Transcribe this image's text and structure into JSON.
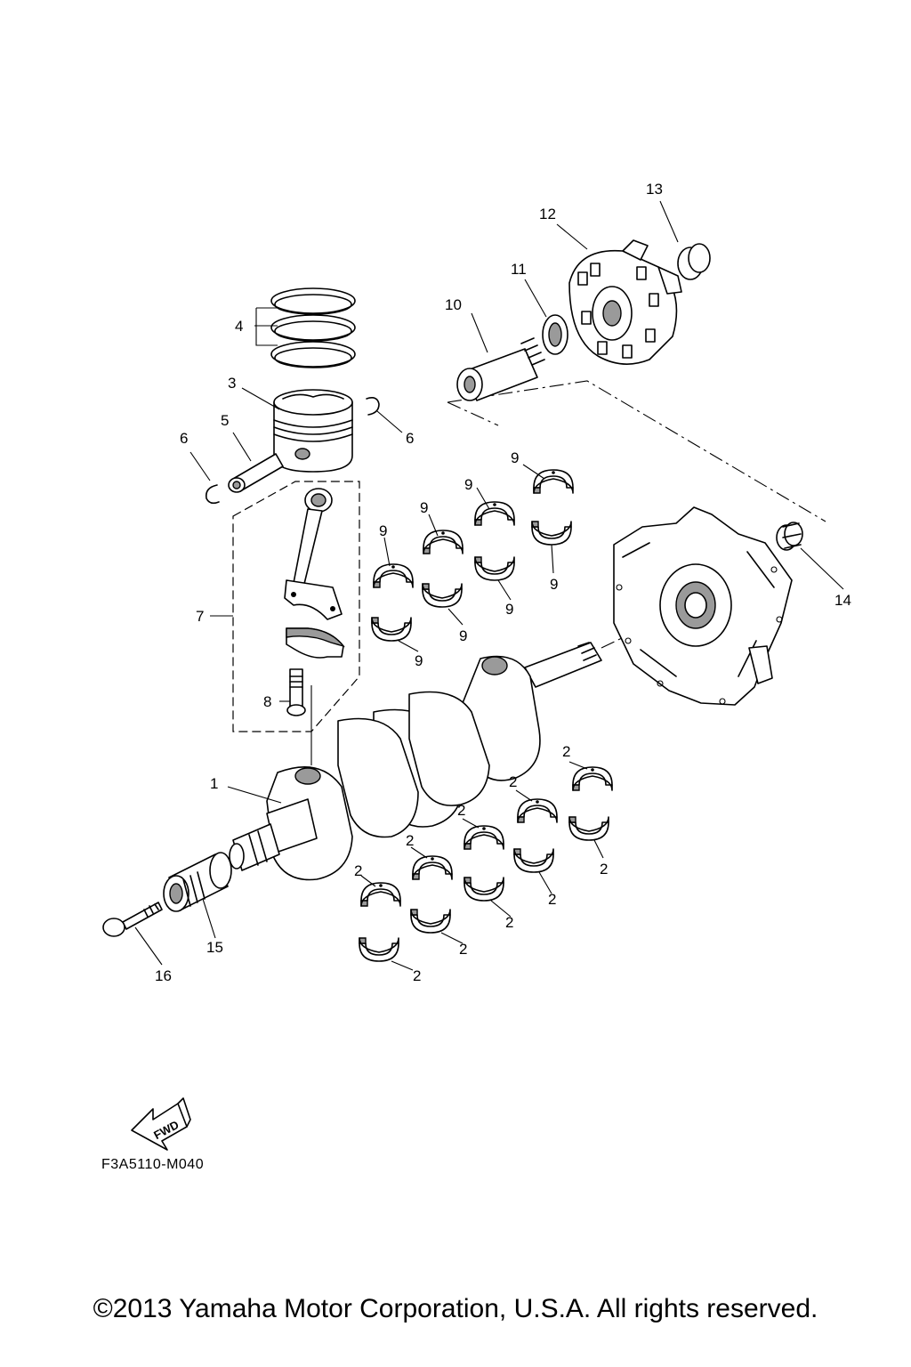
{
  "diagram": {
    "callouts": [
      {
        "id": "1",
        "label": "1"
      },
      {
        "id": "2a",
        "label": "2"
      },
      {
        "id": "2b",
        "label": "2"
      },
      {
        "id": "2c",
        "label": "2"
      },
      {
        "id": "2d",
        "label": "2"
      },
      {
        "id": "2e",
        "label": "2"
      },
      {
        "id": "2f",
        "label": "2"
      },
      {
        "id": "2g",
        "label": "2"
      },
      {
        "id": "2h",
        "label": "2"
      },
      {
        "id": "2i",
        "label": "2"
      },
      {
        "id": "2j",
        "label": "2"
      },
      {
        "id": "3",
        "label": "3"
      },
      {
        "id": "4",
        "label": "4"
      },
      {
        "id": "5",
        "label": "5"
      },
      {
        "id": "6a",
        "label": "6"
      },
      {
        "id": "6b",
        "label": "6"
      },
      {
        "id": "7",
        "label": "7"
      },
      {
        "id": "8",
        "label": "8"
      },
      {
        "id": "9a",
        "label": "9"
      },
      {
        "id": "9b",
        "label": "9"
      },
      {
        "id": "9c",
        "label": "9"
      },
      {
        "id": "9d",
        "label": "9"
      },
      {
        "id": "9e",
        "label": "9"
      },
      {
        "id": "9f",
        "label": "9"
      },
      {
        "id": "9g",
        "label": "9"
      },
      {
        "id": "9h",
        "label": "9"
      },
      {
        "id": "10",
        "label": "10"
      },
      {
        "id": "11",
        "label": "11"
      },
      {
        "id": "12",
        "label": "12"
      },
      {
        "id": "13",
        "label": "13"
      },
      {
        "id": "14",
        "label": "14"
      },
      {
        "id": "15",
        "label": "15"
      },
      {
        "id": "16",
        "label": "16"
      }
    ],
    "fwd_label": "FWD",
    "figure_code": "F3A5110-M040"
  },
  "footer": {
    "copyright": "©2013 Yamaha Motor Corporation, U.S.A. All rights reserved."
  }
}
